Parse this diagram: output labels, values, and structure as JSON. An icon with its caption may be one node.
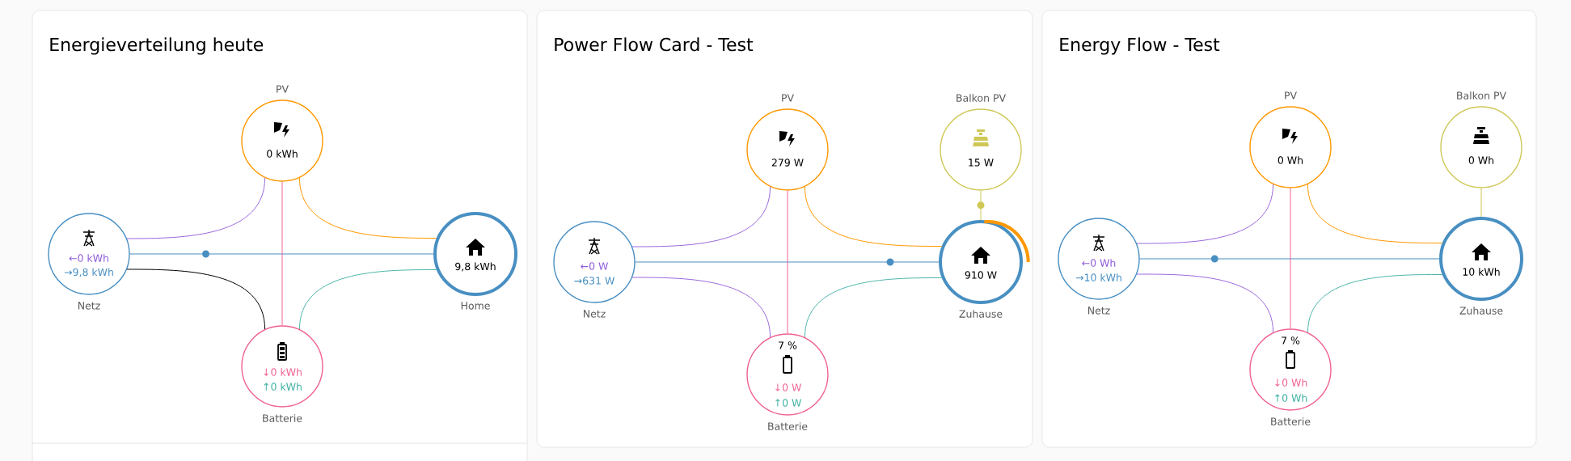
{
  "diagram": {
    "nodes": [
      {
        "text": [
          "Energieverteilung heute"
        ]
      },
      {
        "text": [
          "PV",
          "0 kWh"
        ],
        "in": 0
      },
      {
        "text": [
          "←0 kWh",
          "→9,8 kWh",
          "Netz"
        ],
        "in": 0
      },
      {
        "text": [
          "9,8 kWh",
          "Home"
        ],
        "in": 0
      },
      {
        "text": [
          "↓0 kWh",
          "↑0 kWh",
          "Batterie"
        ],
        "in": 0
      },
      {
        "text": [
          "Power Flow Card - Test"
        ]
      },
      {
        "text": [
          "PV",
          "279 W"
        ],
        "in": 5
      },
      {
        "text": [
          "Balkon PV",
          "15 W"
        ],
        "in": 5
      },
      {
        "text": [
          "←0 W",
          "→631 W",
          "Netz"
        ],
        "in": 5
      },
      {
        "text": [
          "910 W",
          "Zuhause"
        ],
        "in": 5
      },
      {
        "text": [
          "7 %",
          "↓0 W",
          "↑0 W",
          "Batterie"
        ],
        "in": 5
      },
      {
        "text": [
          "Energy Flow - Test"
        ]
      },
      {
        "text": [
          "PV",
          "0 Wh"
        ],
        "in": 11
      },
      {
        "text": [
          "Balkon PV",
          "0 Wh"
        ],
        "in": 11
      },
      {
        "text": [
          "←0 Wh",
          "→10 kWh",
          "Netz"
        ],
        "in": 11
      },
      {
        "text": [
          "10 kWh",
          "Zuhause"
        ],
        "in": 11
      },
      {
        "text": [
          "7 %",
          "↓0 Wh",
          "↑0 Wh",
          "Batterie"
        ],
        "in": 11
      }
    ],
    "edges": [
      {
        "from": 2,
        "to": 1,
        "arrow": "none",
        "color": "#9a68dc"
      },
      {
        "from": 1,
        "to": 3,
        "arrow": "none",
        "color": "#ff9800"
      },
      {
        "from": 2,
        "to": 3,
        "arrow": "none",
        "color": "#488fc2"
      },
      {
        "from": 1,
        "to": 4,
        "arrow": "none",
        "color": "#f06292"
      },
      {
        "from": 2,
        "to": 4,
        "arrow": "none",
        "color": "#000000"
      },
      {
        "from": 4,
        "to": 3,
        "arrow": "none",
        "color": "#4db6ac"
      },
      {
        "from": 8,
        "to": 6,
        "arrow": "none",
        "color": "#9a68dc"
      },
      {
        "from": 6,
        "to": 9,
        "arrow": "none",
        "color": "#ff9800"
      },
      {
        "from": 8,
        "to": 9,
        "arrow": "none",
        "color": "#488fc2"
      },
      {
        "from": 6,
        "to": 10,
        "arrow": "none",
        "color": "#f06292"
      },
      {
        "from": 8,
        "to": 10,
        "arrow": "none",
        "color": "#9a68dc"
      },
      {
        "from": 10,
        "to": 9,
        "arrow": "none",
        "color": "#4db6ac"
      },
      {
        "from": 7,
        "to": 9,
        "arrow": "none",
        "color": "#cfc857"
      },
      {
        "from": 14,
        "to": 12,
        "arrow": "none",
        "color": "#9a68dc"
      },
      {
        "from": 12,
        "to": 15,
        "arrow": "none",
        "color": "#ff9800"
      },
      {
        "from": 14,
        "to": 15,
        "arrow": "none",
        "color": "#488fc2"
      },
      {
        "from": 12,
        "to": 16,
        "arrow": "none",
        "color": "#f06292"
      },
      {
        "from": 14,
        "to": 16,
        "arrow": "none",
        "color": "#9a68dc"
      },
      {
        "from": 16,
        "to": 15,
        "arrow": "none",
        "color": "#4db6ac"
      },
      {
        "from": 13,
        "to": 15,
        "arrow": "none",
        "color": "#cfc857"
      }
    ]
  }
}
